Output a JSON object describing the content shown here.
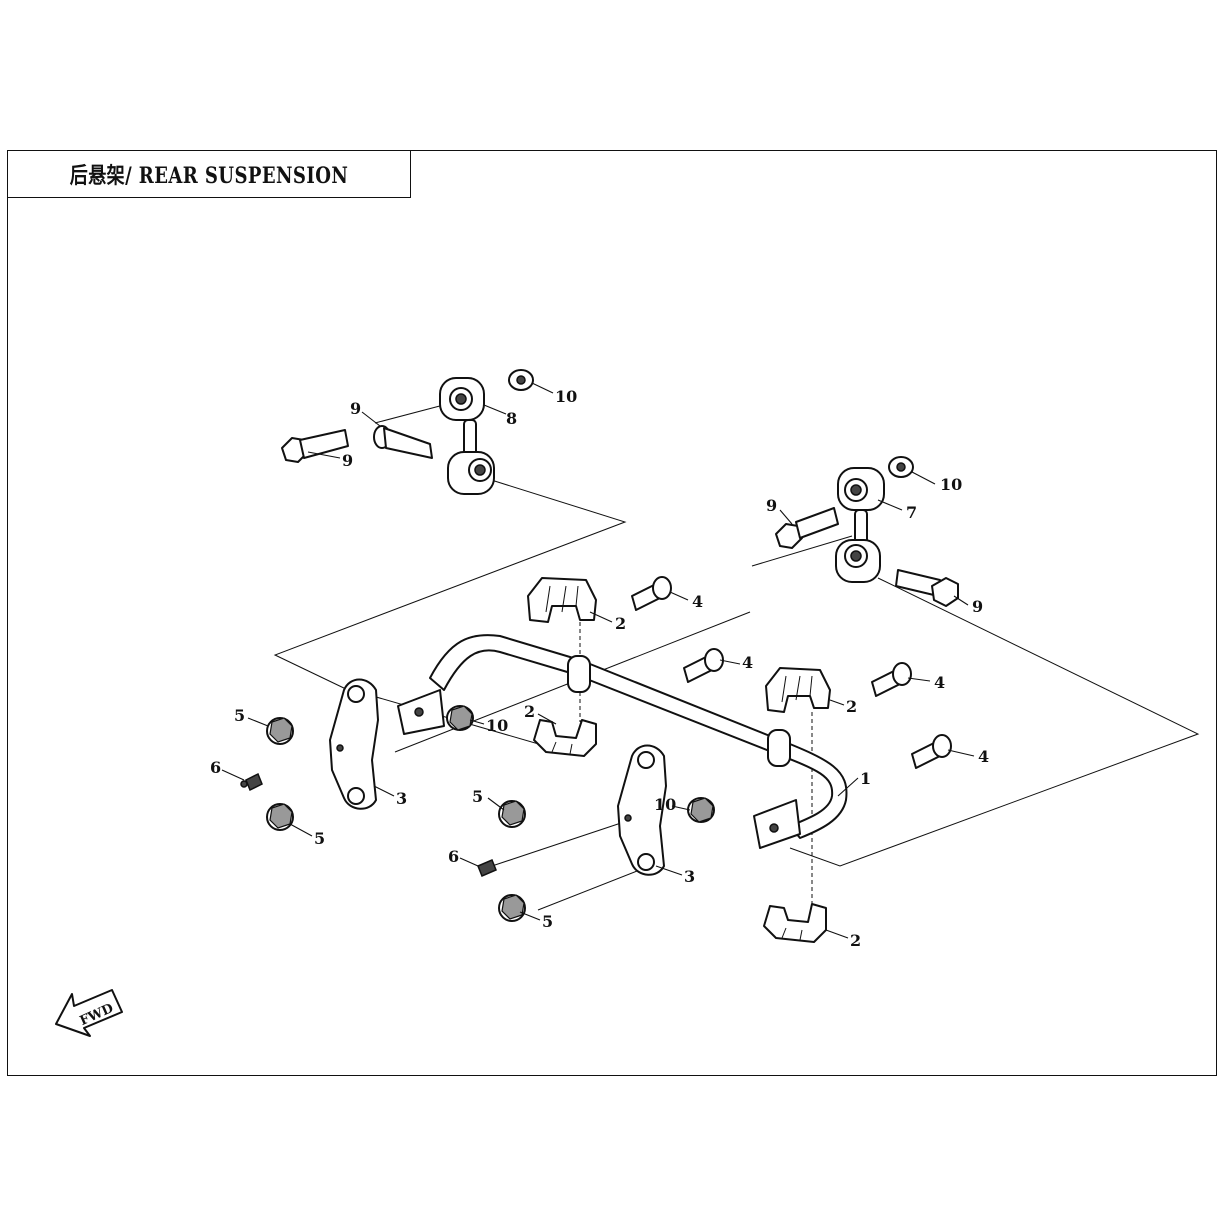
{
  "title": "后悬架/ REAR SUSPENSION",
  "fwd_label": "FWD",
  "callouts": [
    {
      "id": "c10a",
      "text": "10"
    },
    {
      "id": "c8",
      "text": "8"
    },
    {
      "id": "c9a",
      "text": "9"
    },
    {
      "id": "c9b",
      "text": "9"
    },
    {
      "id": "c10b",
      "text": "10"
    },
    {
      "id": "c9c",
      "text": "9"
    },
    {
      "id": "c7",
      "text": "7"
    },
    {
      "id": "c9d",
      "text": "9"
    },
    {
      "id": "c4a",
      "text": "4"
    },
    {
      "id": "c2a",
      "text": "2"
    },
    {
      "id": "c4b",
      "text": "4"
    },
    {
      "id": "c4c",
      "text": "4"
    },
    {
      "id": "c2b",
      "text": "2"
    },
    {
      "id": "c5a",
      "text": "5"
    },
    {
      "id": "c10c",
      "text": "10"
    },
    {
      "id": "c2c",
      "text": "2"
    },
    {
      "id": "c4d",
      "text": "4"
    },
    {
      "id": "c6a",
      "text": "6"
    },
    {
      "id": "c3a",
      "text": "3"
    },
    {
      "id": "c5b",
      "text": "5"
    },
    {
      "id": "c5c",
      "text": "5"
    },
    {
      "id": "c10d",
      "text": "10"
    },
    {
      "id": "c1",
      "text": "1"
    },
    {
      "id": "c6b",
      "text": "6"
    },
    {
      "id": "c3b",
      "text": "3"
    },
    {
      "id": "c5d",
      "text": "5"
    },
    {
      "id": "c2d",
      "text": "2"
    }
  ]
}
